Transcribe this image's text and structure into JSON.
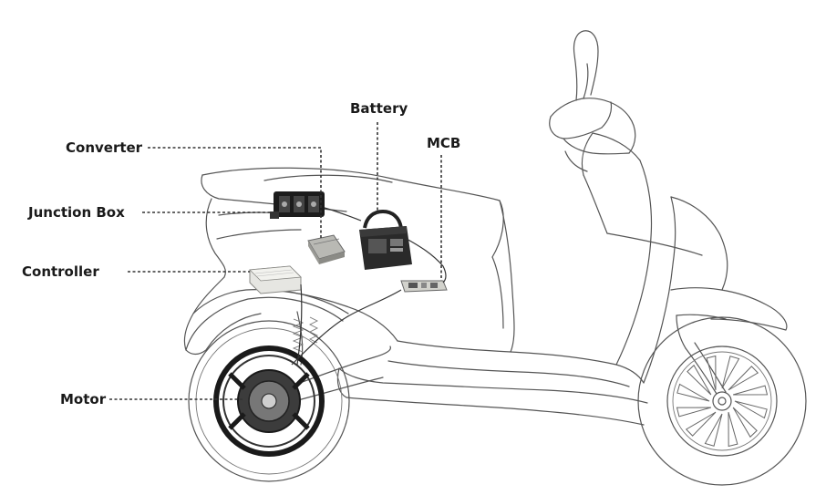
{
  "labels": {
    "battery": "Battery",
    "mcb": "MCB",
    "converter": "Converter",
    "junction_box": "Junction Box",
    "controller": "Controller",
    "motor": "Motor"
  }
}
